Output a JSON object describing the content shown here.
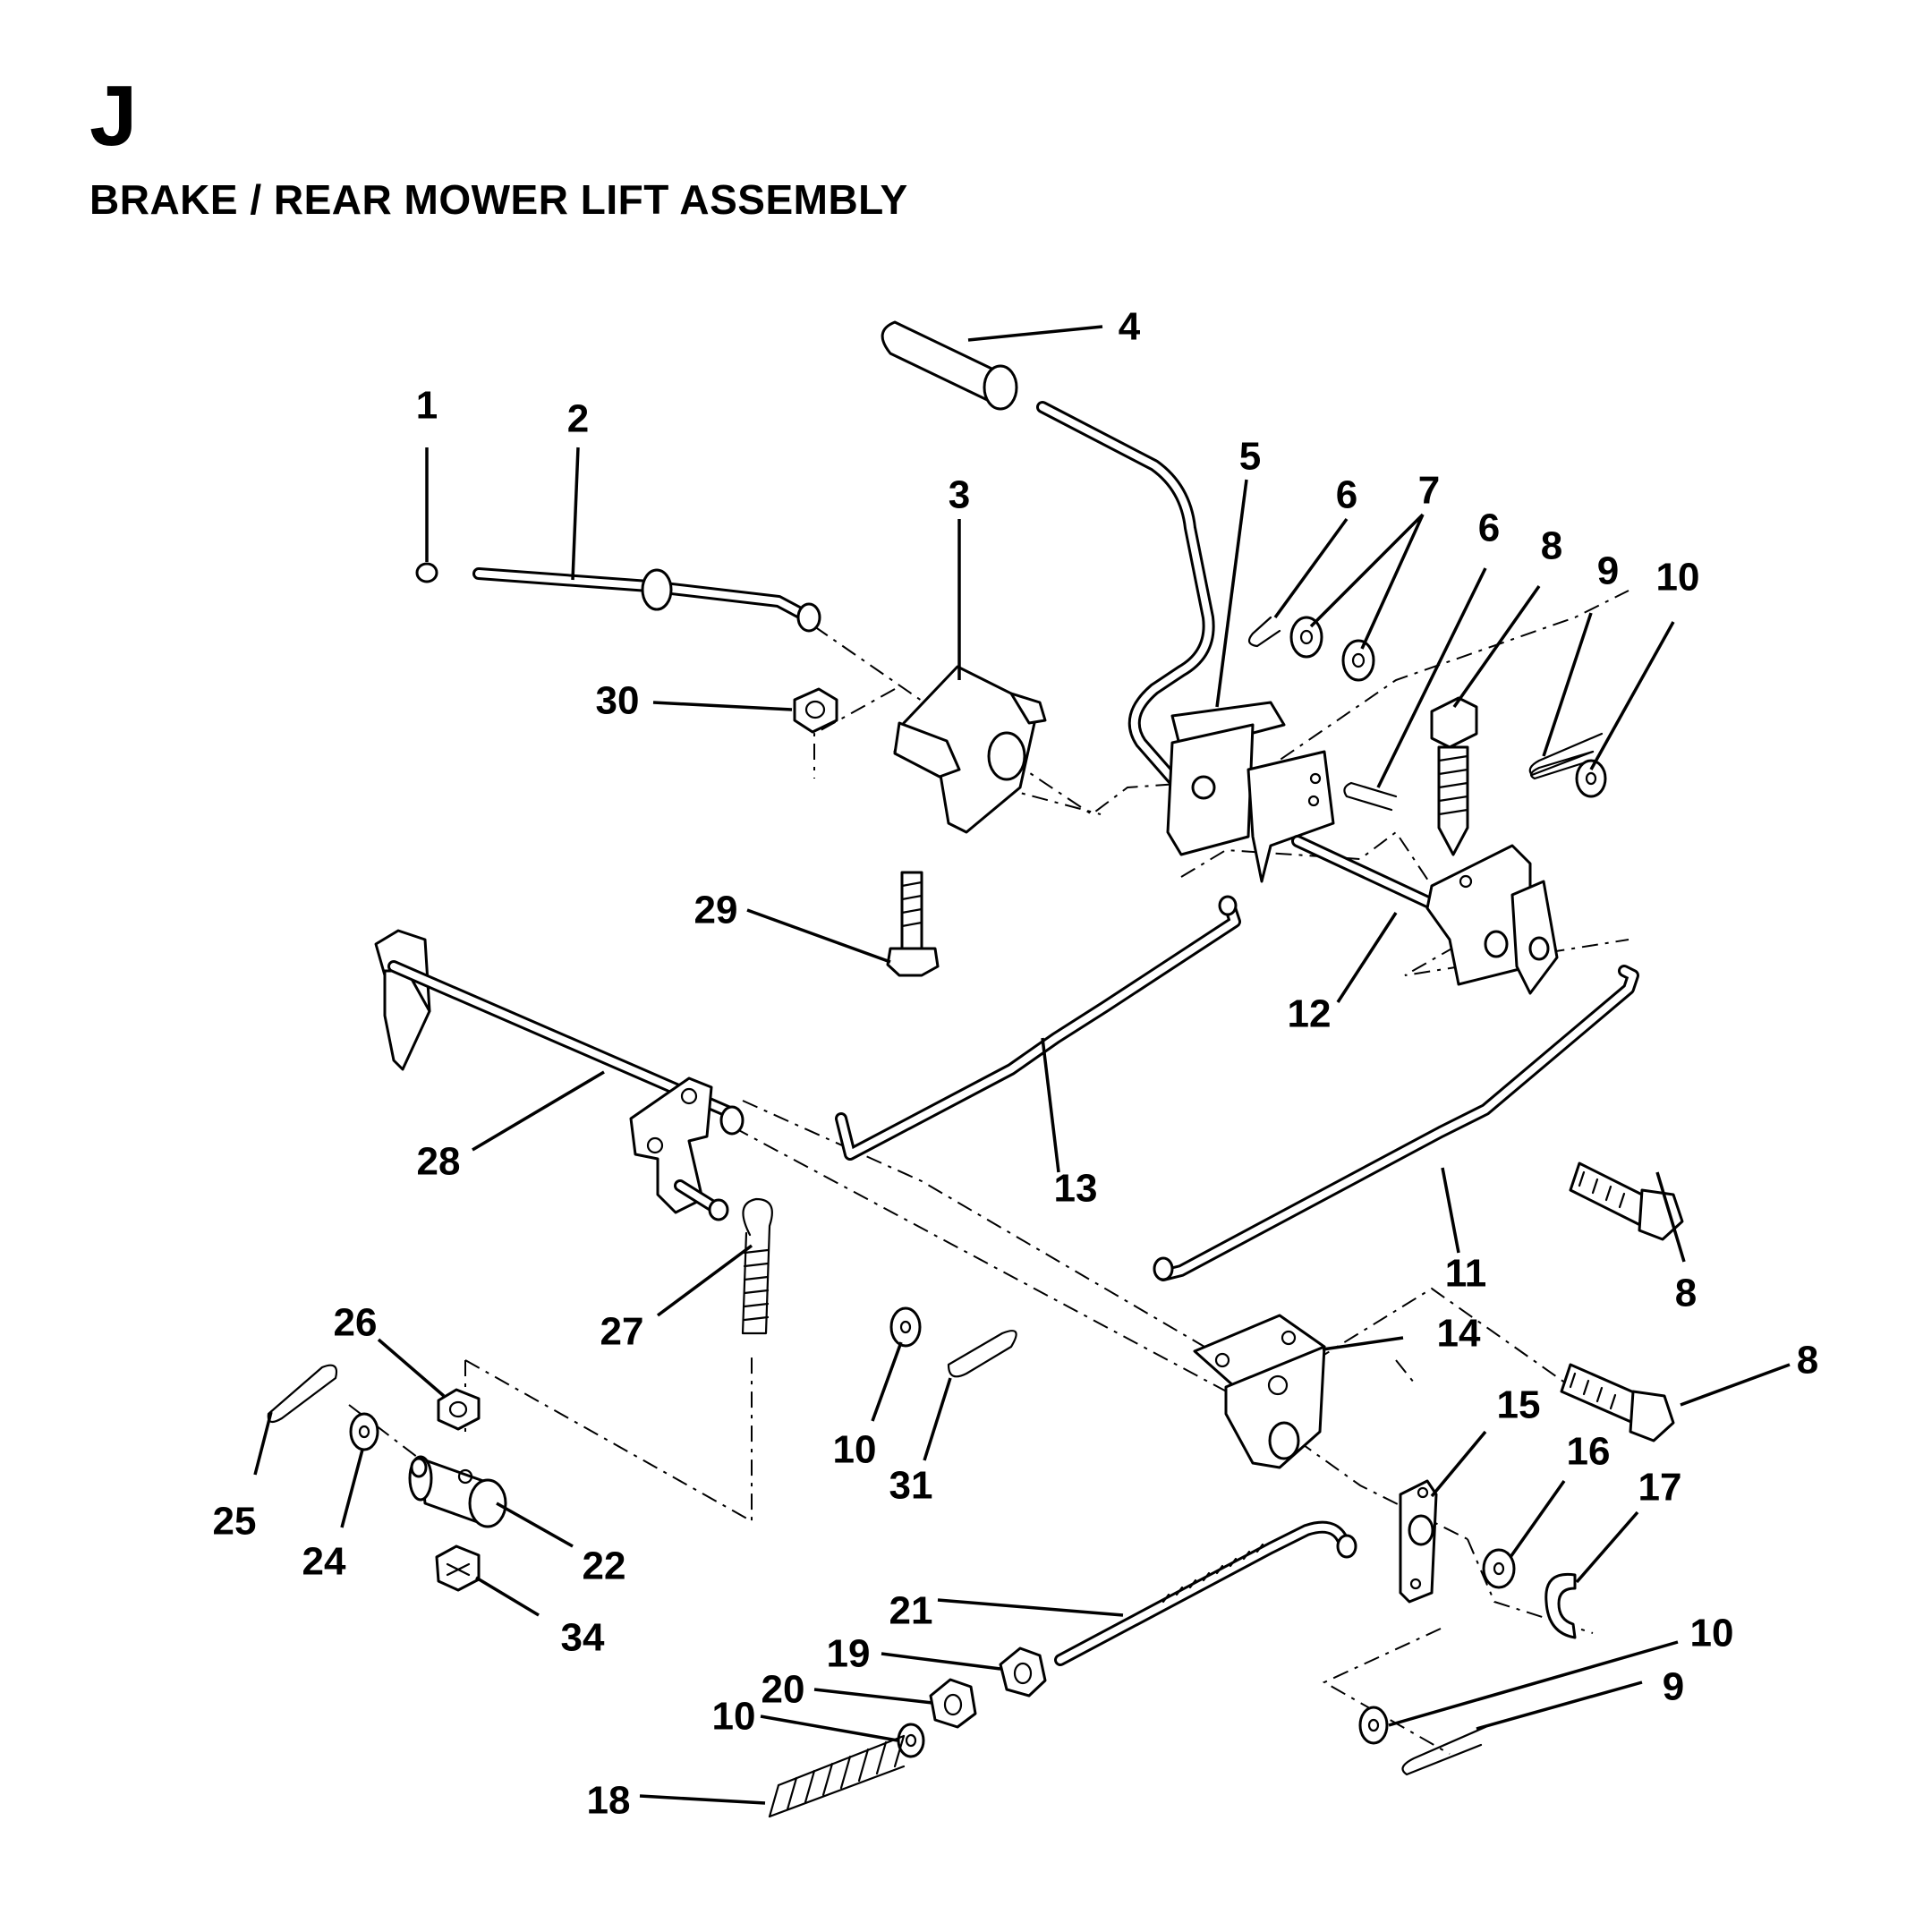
{
  "section_letter": "J",
  "title": "BRAKE / REAR MOWER LIFT ASSEMBLY",
  "callouts": [
    "1",
    "2",
    "3",
    "4",
    "5",
    "6",
    "7",
    "6",
    "8",
    "9",
    "10",
    "30",
    "29",
    "12",
    "13",
    "28",
    "11",
    "8",
    "27",
    "26",
    "14",
    "8",
    "10",
    "31",
    "15",
    "16",
    "17",
    "25",
    "24",
    "22",
    "34",
    "21",
    "10",
    "19",
    "20",
    "10",
    "9",
    "18"
  ]
}
